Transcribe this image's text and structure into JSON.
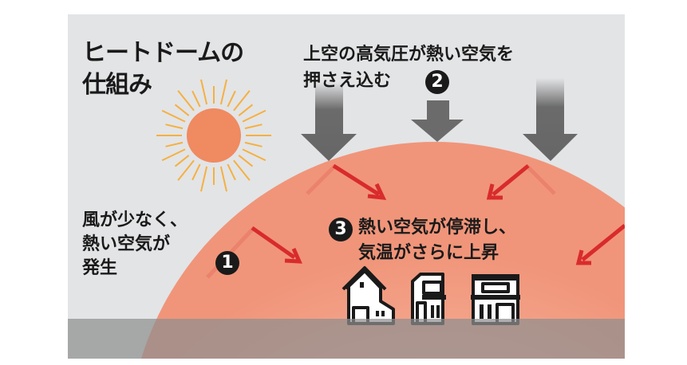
{
  "title": {
    "line1": "ヒートドームの",
    "line2": "仕組み"
  },
  "step1": {
    "badge": "1",
    "line1": "風が少なく、",
    "line2": "熱い空気が",
    "line3": "発生"
  },
  "step2": {
    "badge": "2",
    "line1": "上空の高気圧が熱い空気を",
    "line2": "押さえ込む"
  },
  "step3": {
    "badge": "3",
    "line1": "熱い空気が停滞し、",
    "line2": "気温がさらに上昇"
  },
  "colors": {
    "background": "#e3e4e6",
    "dome": "#f29a80",
    "sun": "#f08a60",
    "rays": "#f5b040",
    "red_arrow": "#d92b2b",
    "gray_arrow": "#6b6b6b",
    "ground": "#9d9d9d"
  }
}
